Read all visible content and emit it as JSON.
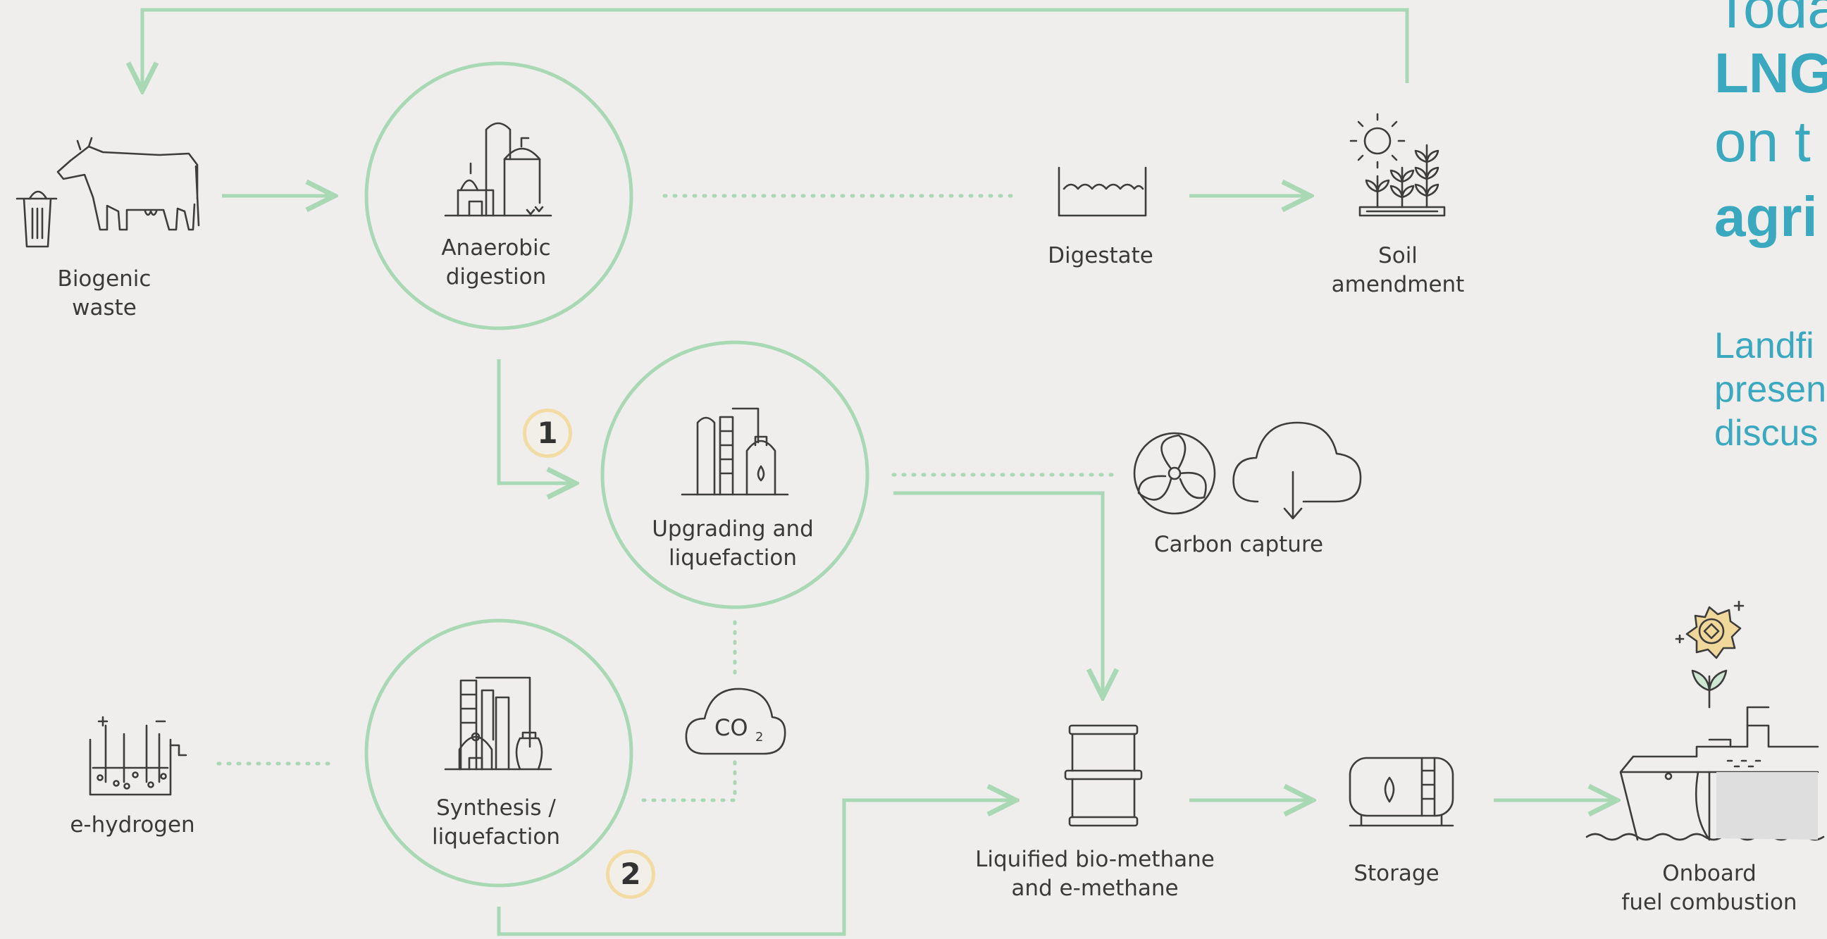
{
  "nodes": {
    "biogenic_waste": [
      "Biogenic",
      "waste"
    ],
    "anaerobic_digestion": [
      "Anaerobic",
      "digestion"
    ],
    "digestate": [
      "Digestate"
    ],
    "soil_amendment": [
      "Soil",
      "amendment"
    ],
    "upgrading": [
      "Upgrading and",
      "liquefaction"
    ],
    "carbon_capture": [
      "Carbon capture"
    ],
    "synthesis": [
      "Synthesis /",
      "liquefaction"
    ],
    "e_hydrogen": [
      "e-hydrogen"
    ],
    "liquified": [
      "Liquified bio-methane",
      "and e-methane"
    ],
    "storage": [
      "Storage"
    ],
    "onboard": [
      "Onboard",
      "fuel combustion"
    ]
  },
  "co2_icon_text": "CO",
  "co2_subscript": "2",
  "badges": {
    "one": "1",
    "two": "2"
  },
  "sidebar": {
    "line1": "Toda",
    "line2": "LNG",
    "line3": "on t",
    "line4": "agri",
    "line5": "Landfi",
    "line6": "presen",
    "line7": "discus"
  },
  "colors": {
    "flow_green": "#a8d8b4",
    "icon_stroke": "#3d3d3d",
    "badge_ring": "#f3dca4",
    "accent_teal": "#3aa9c0",
    "background": "#efeeec"
  }
}
